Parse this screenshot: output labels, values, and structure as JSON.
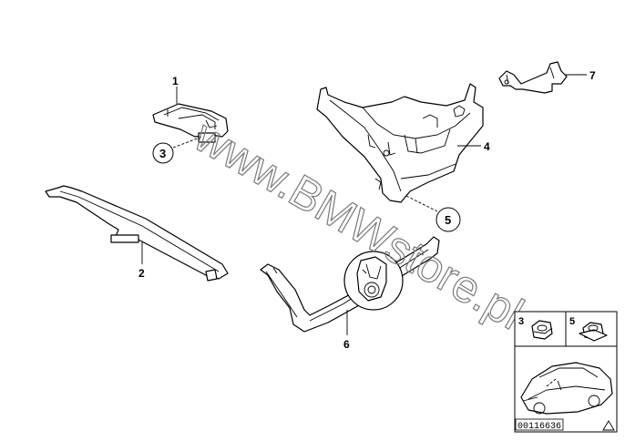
{
  "labels": {
    "p1": "1",
    "p2": "2",
    "p3": "3",
    "p4": "4",
    "p5": "5",
    "p6": "6",
    "p7": "7"
  },
  "inset": {
    "left_label": "3",
    "right_label": "5",
    "code": "00116636"
  },
  "watermark": "www.BMWstore.pl"
}
